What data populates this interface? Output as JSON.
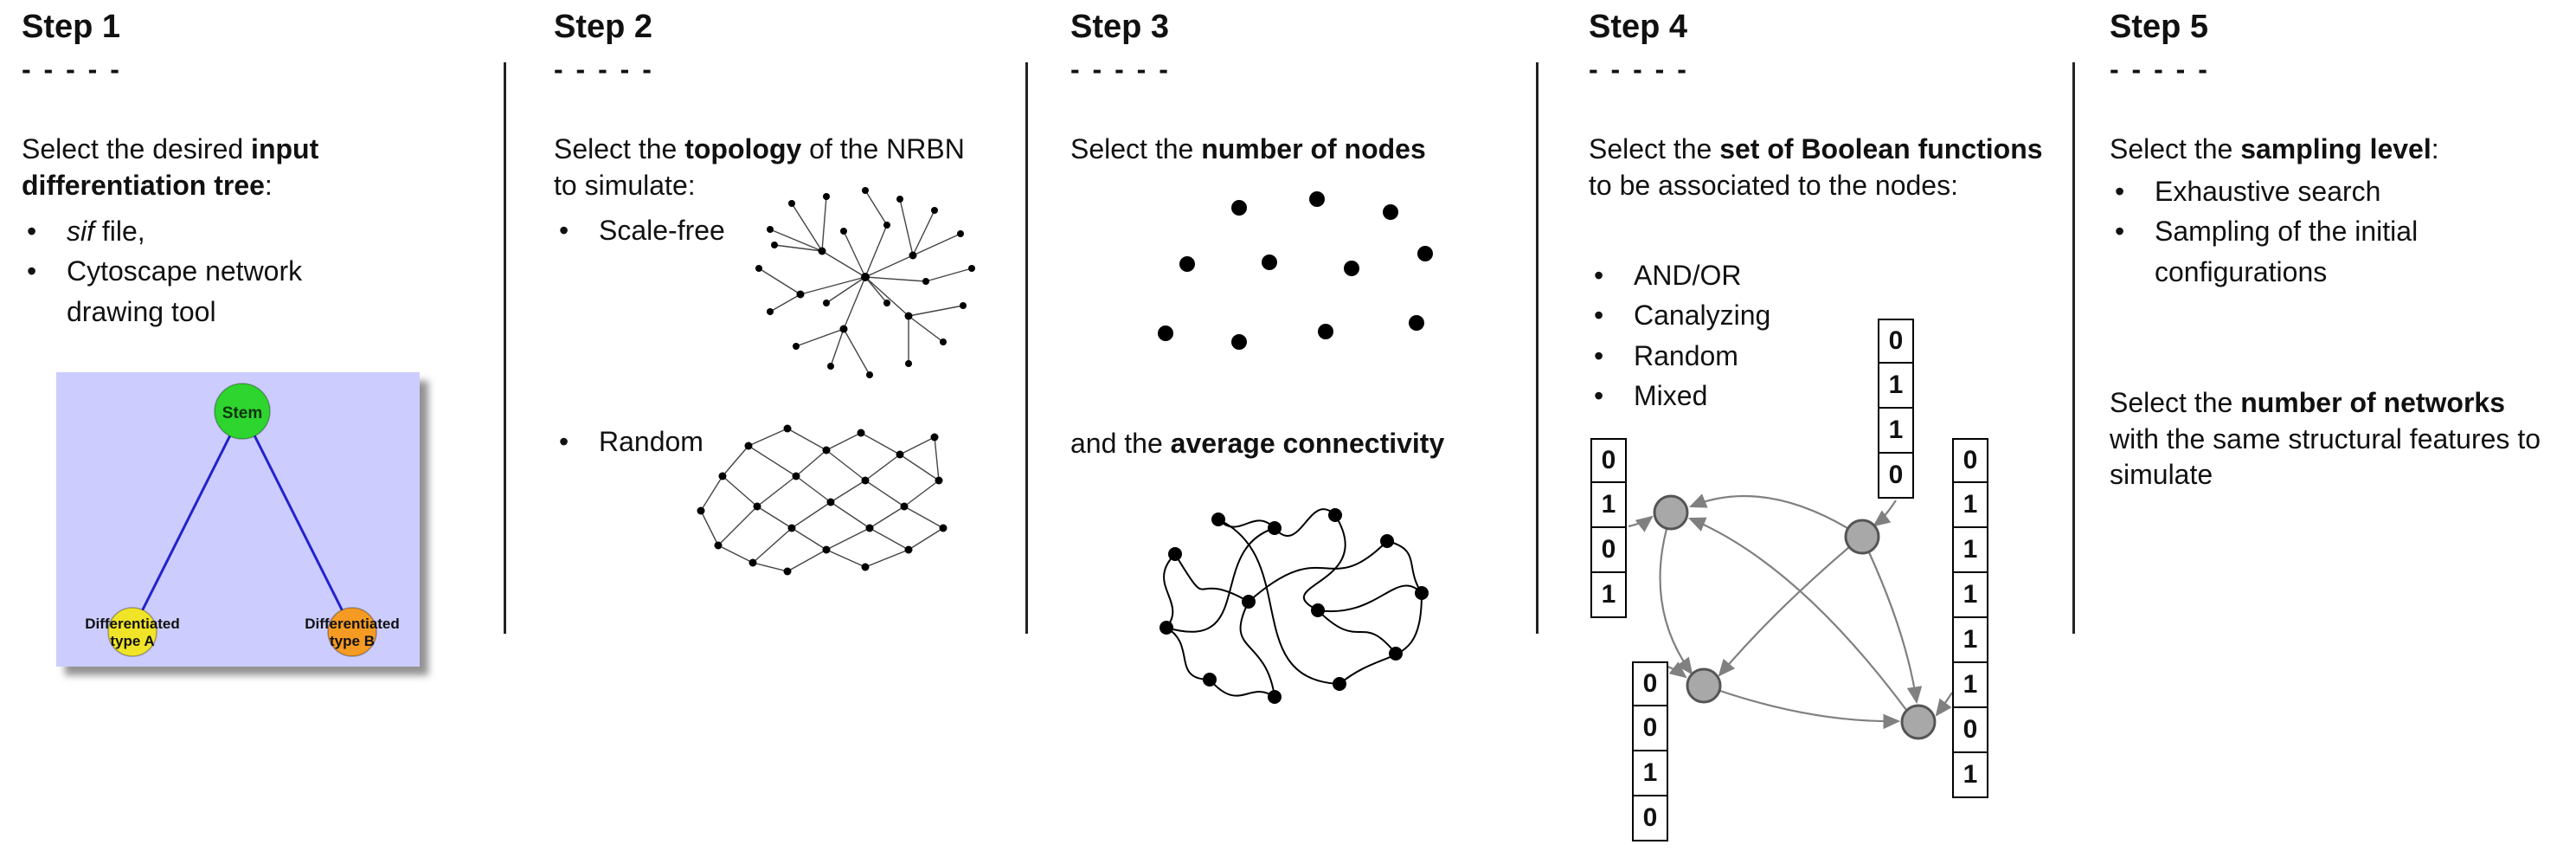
{
  "bullet_char": "•",
  "colors": {
    "text": "#111111",
    "separator": "#222222",
    "tree_background": "#ccccfe",
    "stem_node": "#2ed52e",
    "type_a_node": "#f0e428",
    "type_b_node": "#f59b23",
    "tree_edge": "#2222cc",
    "boolean_node_fill": "#a8a8a8",
    "boolean_edge": "#808080"
  },
  "steps": [
    {
      "title": "Step 1",
      "dashes": "- - - - -",
      "intro": {
        "pre": "Select the desired ",
        "bold": "input differentiation tree",
        "post": ":"
      },
      "bullets": [
        {
          "italic": "sif",
          "rest": " file,"
        },
        {
          "rest": "Cytoscape network drawing tool"
        }
      ],
      "figure": {
        "stem_label": "Stem",
        "type_a_label_line1": "Differentiated",
        "type_a_label_line2": "type A",
        "type_b_label_line1": "Differentiated",
        "type_b_label_line2": "type B"
      }
    },
    {
      "title": "Step 2",
      "dashes": "- - - - -",
      "intro": {
        "pre": "Select the ",
        "bold": "topology",
        "post": " of the NRBN to simulate:"
      },
      "bullets": [
        {
          "rest": "Scale-free"
        },
        {
          "rest": "Random"
        }
      ]
    },
    {
      "title": "Step 3",
      "dashes": "- - - - -",
      "intro": {
        "pre": "Select the ",
        "bold": "number of nodes",
        "post": ""
      },
      "intro2": {
        "pre": "and the ",
        "bold": "average connectivity",
        "post": ""
      }
    },
    {
      "title": "Step 4",
      "dashes": "- - - - -",
      "intro": {
        "pre": "Select the ",
        "bold": "set of Boolean functions",
        "post": " to be associated to the nodes:"
      },
      "bullets": [
        {
          "rest": "AND/OR"
        },
        {
          "rest": "Canalyzing"
        },
        {
          "rest": "Random"
        },
        {
          "rest": "Mixed"
        }
      ],
      "tables": {
        "top": [
          "0",
          "1",
          "1",
          "0"
        ],
        "left": [
          "0",
          "1",
          "0",
          "1"
        ],
        "bottom_left": [
          "0",
          "0",
          "1",
          "0"
        ],
        "right": [
          "0",
          "1",
          "1",
          "1",
          "1",
          "1",
          "0",
          "1"
        ]
      }
    },
    {
      "title": "Step 5",
      "dashes": "- - - - -",
      "intro": {
        "pre": "Select the ",
        "bold": "sampling level",
        "post": ":"
      },
      "bullets": [
        {
          "rest": "Exhaustive search"
        },
        {
          "rest": "Sampling of the initial configurations"
        }
      ],
      "intro2": {
        "pre": "Select the ",
        "bold": "number of networks",
        "post": " with the same structural features to simulate"
      }
    }
  ]
}
